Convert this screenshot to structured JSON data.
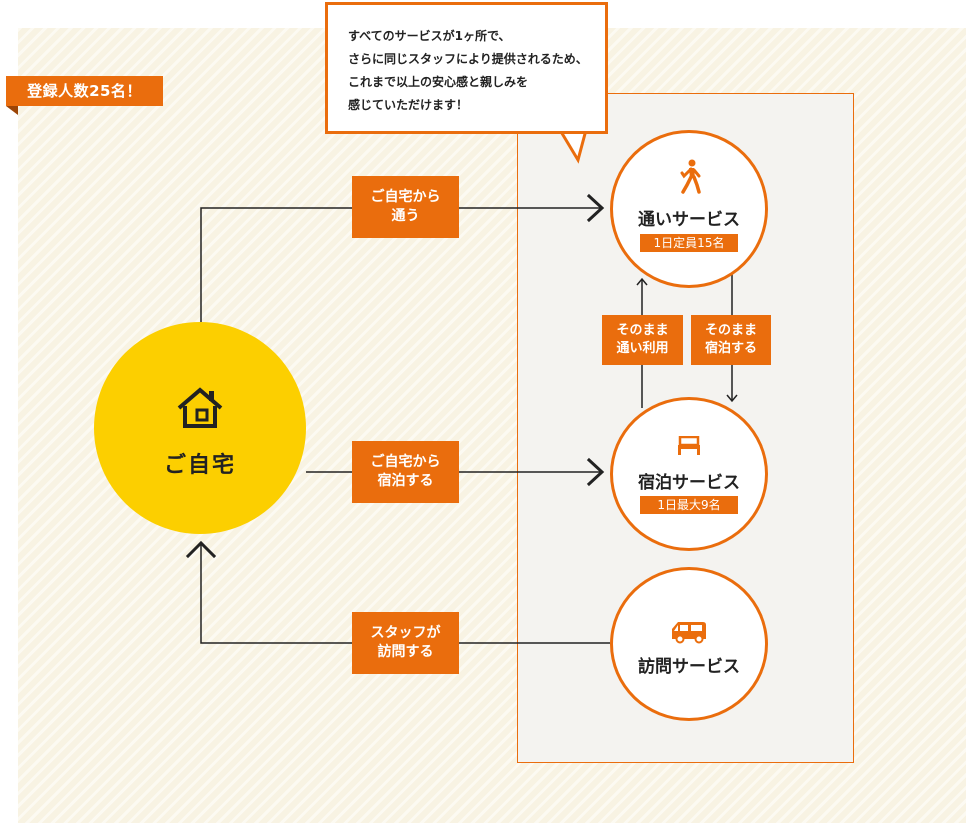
{
  "badge": {
    "label": "登録人数25名！"
  },
  "bubble": {
    "lines": [
      "すべてのサービスが1ヶ所で、",
      "さらに同じスタッフにより提供されるため、",
      "これまで以上の安心感と親しみを",
      "感じていただけます！"
    ]
  },
  "home": {
    "label": "ご自宅",
    "icon": "house-icon"
  },
  "services": {
    "day": {
      "name": "通いサービス",
      "cap": "1日定員15名",
      "icon": "walking-person-icon"
    },
    "stay": {
      "name": "宿泊サービス",
      "cap": "1日最大9名",
      "icon": "bed-icon"
    },
    "visit": {
      "name": "訪問サービス",
      "icon": "van-icon"
    }
  },
  "arrows": {
    "to_day": {
      "line1": "ご自宅から",
      "line2": "通う"
    },
    "to_stay": {
      "line1": "ご自宅から",
      "line2": "宿泊する"
    },
    "from_visit": {
      "line1": "スタッフが",
      "line2": "訪問する"
    },
    "stay_to_day": {
      "line1": "そのまま",
      "line2": "通い利用"
    },
    "day_to_stay": {
      "line1": "そのまま",
      "line2": "宿泊する"
    }
  },
  "colors": {
    "accent": "#ea6d0d",
    "home_yellow": "#fccf00",
    "background": "#f8f3e3",
    "line": "#222222"
  }
}
